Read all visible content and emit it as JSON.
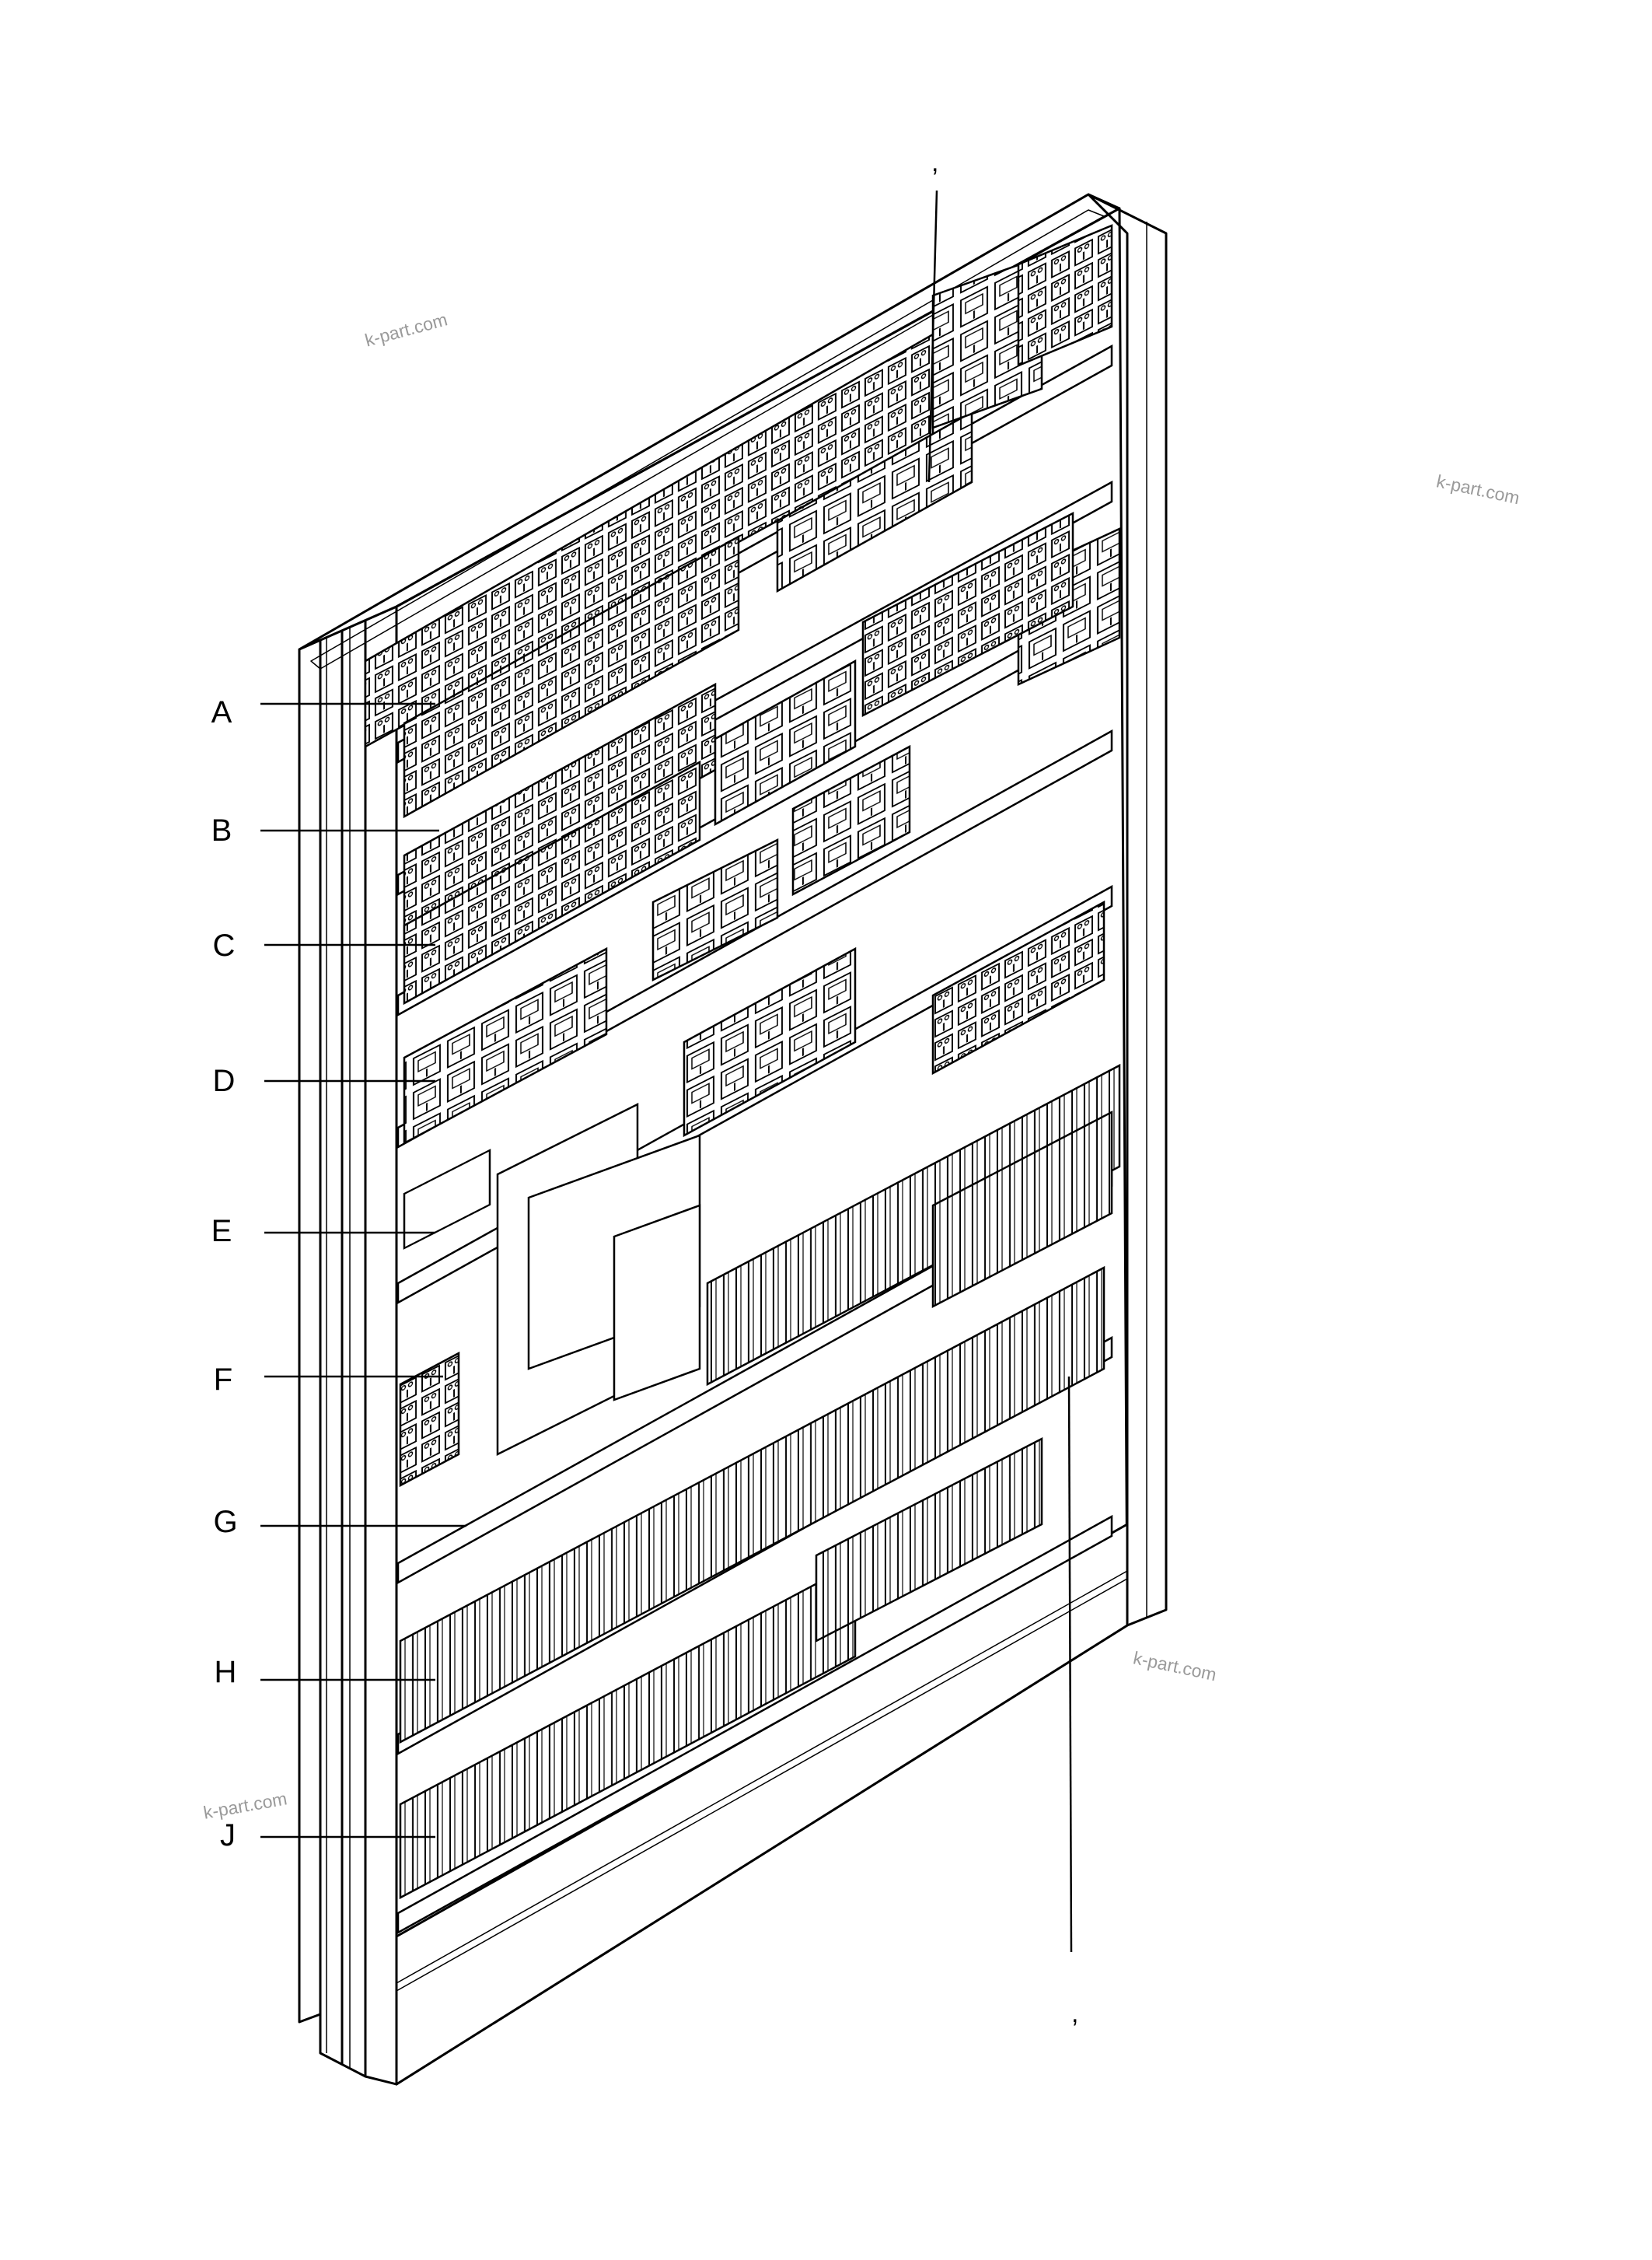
{
  "callouts": [
    {
      "id": "A",
      "label": "A"
    },
    {
      "id": "B",
      "label": "B"
    },
    {
      "id": "C",
      "label": "C"
    },
    {
      "id": "D",
      "label": "D"
    },
    {
      "id": "E",
      "label": "E"
    },
    {
      "id": "F",
      "label": "F"
    },
    {
      "id": "G",
      "label": "G"
    },
    {
      "id": "H",
      "label": "H"
    },
    {
      "id": "J",
      "label": "J"
    }
  ],
  "top_mark": ",",
  "bottom_mark": ",",
  "watermarks": [
    "k-part.com",
    "k-part.com",
    "k-part.com",
    "k-part.com"
  ]
}
